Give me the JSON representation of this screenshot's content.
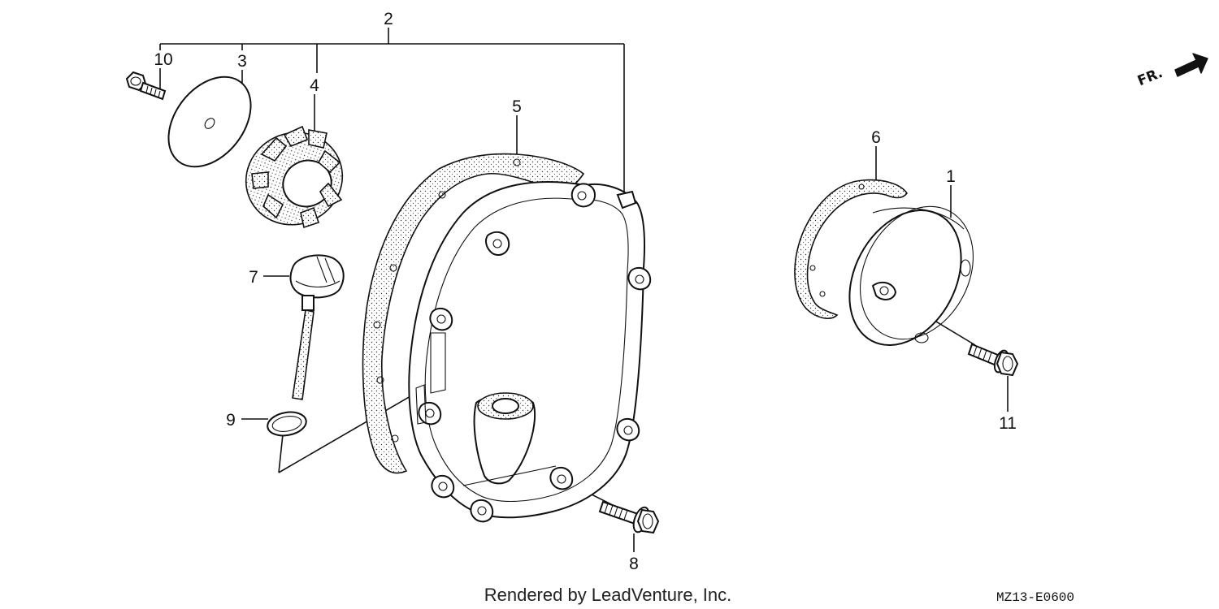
{
  "callouts": [
    {
      "id": "1",
      "label": "1"
    },
    {
      "id": "2",
      "label": "2"
    },
    {
      "id": "3",
      "label": "3"
    },
    {
      "id": "4",
      "label": "4"
    },
    {
      "id": "5",
      "label": "5"
    },
    {
      "id": "6",
      "label": "6"
    },
    {
      "id": "7",
      "label": "7"
    },
    {
      "id": "8",
      "label": "8"
    },
    {
      "id": "9",
      "label": "9"
    },
    {
      "id": "10",
      "label": "10"
    },
    {
      "id": "11",
      "label": "11"
    }
  ],
  "direction_indicator": {
    "label": "FR.",
    "icon": "front-arrow-icon"
  },
  "footer": {
    "credit": "Rendered by LeadVenture, Inc.",
    "diagram_code": "MZ13-E0600"
  }
}
